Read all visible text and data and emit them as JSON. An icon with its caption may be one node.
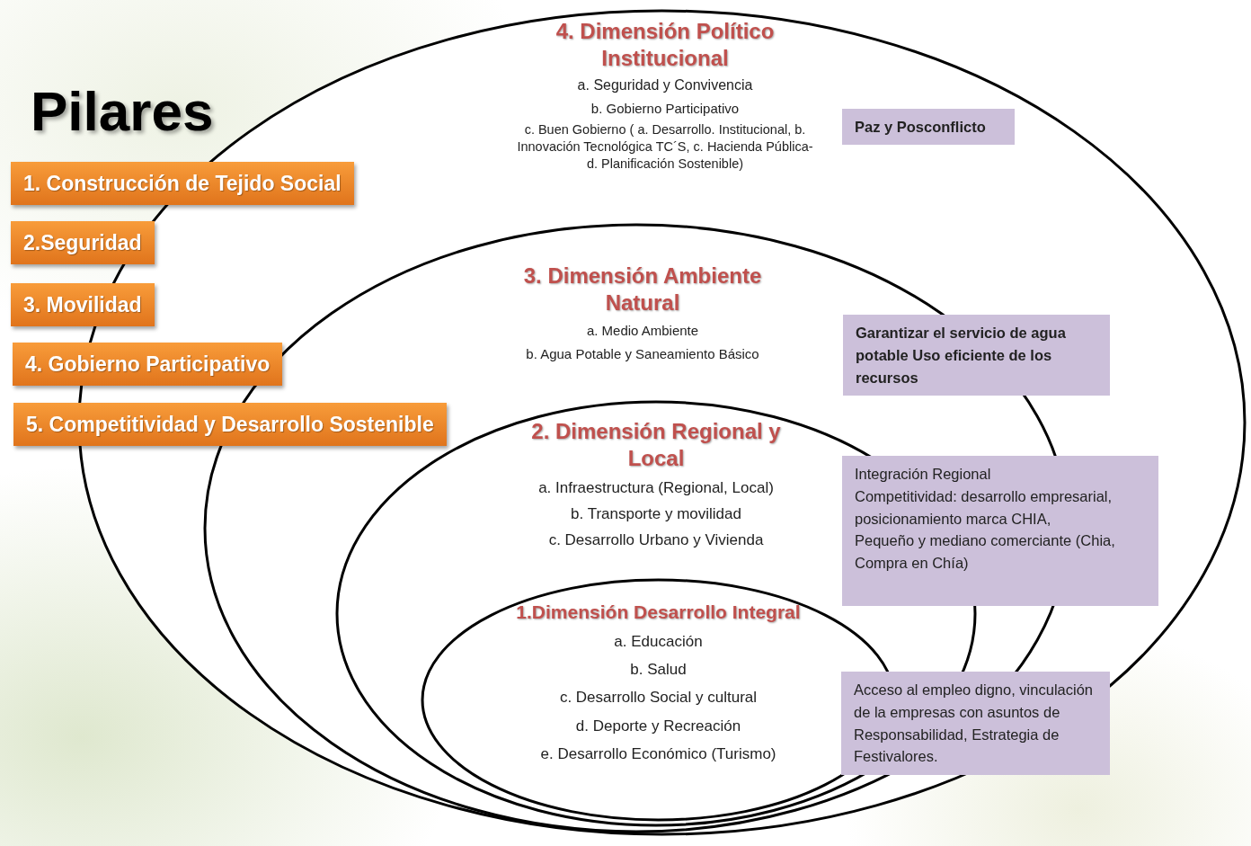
{
  "diagram": {
    "title": "Pilares",
    "nodes": [
      {
        "text": [
          "4. Dimensión Político Institucional",
          "a. Seguridad y Convivencia",
          "b. Gobierno Participativo",
          "c. Buen Gobierno ( a. Desarrollo. Institucional, b. Innovación Tecnológica TC´S, c. Hacienda Pública- d. Planificación Sostenible)"
        ]
      },
      {
        "text": [
          "3. Dimensión Ambiente Natural",
          "a. Medio Ambiente",
          "b. Agua Potable y Saneamiento Básico"
        ],
        "in": 0
      },
      {
        "text": [
          "2. Dimensión Regional y Local",
          "a. Infraestructura (Regional, Local)",
          "b. Transporte y movilidad",
          "c. Desarrollo Urbano y Vivienda"
        ],
        "in": 1
      },
      {
        "text": [
          "1.Dimensión Desarrollo Integral",
          "a. Educación",
          "b. Salud",
          "c. Desarrollo Social y cultural",
          "d. Deporte y Recreación",
          "e. Desarrollo Económico (Turismo)"
        ],
        "in": 2
      },
      {
        "text": [
          "1. Construcción de Tejido Social"
        ]
      },
      {
        "text": [
          "2.Seguridad"
        ]
      },
      {
        "text": [
          "3. Movilidad"
        ]
      },
      {
        "text": [
          "4. Gobierno Participativo"
        ]
      },
      {
        "text": [
          "5. Competitividad y Desarrollo Sostenible"
        ]
      },
      {
        "text": [
          "Paz y Posconflicto"
        ],
        "in": 0
      },
      {
        "text": [
          "Garantizar el servicio de agua potable Uso eficiente de los recursos"
        ],
        "in": 0
      },
      {
        "text": [
          "Integración Regional",
          "Competitividad: desarrollo empresarial, posicionamiento marca CHIA,",
          "Pequeño y mediano comerciante (Chia, Compra en Chía)"
        ],
        "in": 0
      },
      {
        "text": [
          "Acceso al empleo digno, vinculación de la empresas con asuntos de Responsabilidad, Estrategia de Festivalores."
        ],
        "in": 0
      }
    ]
  }
}
